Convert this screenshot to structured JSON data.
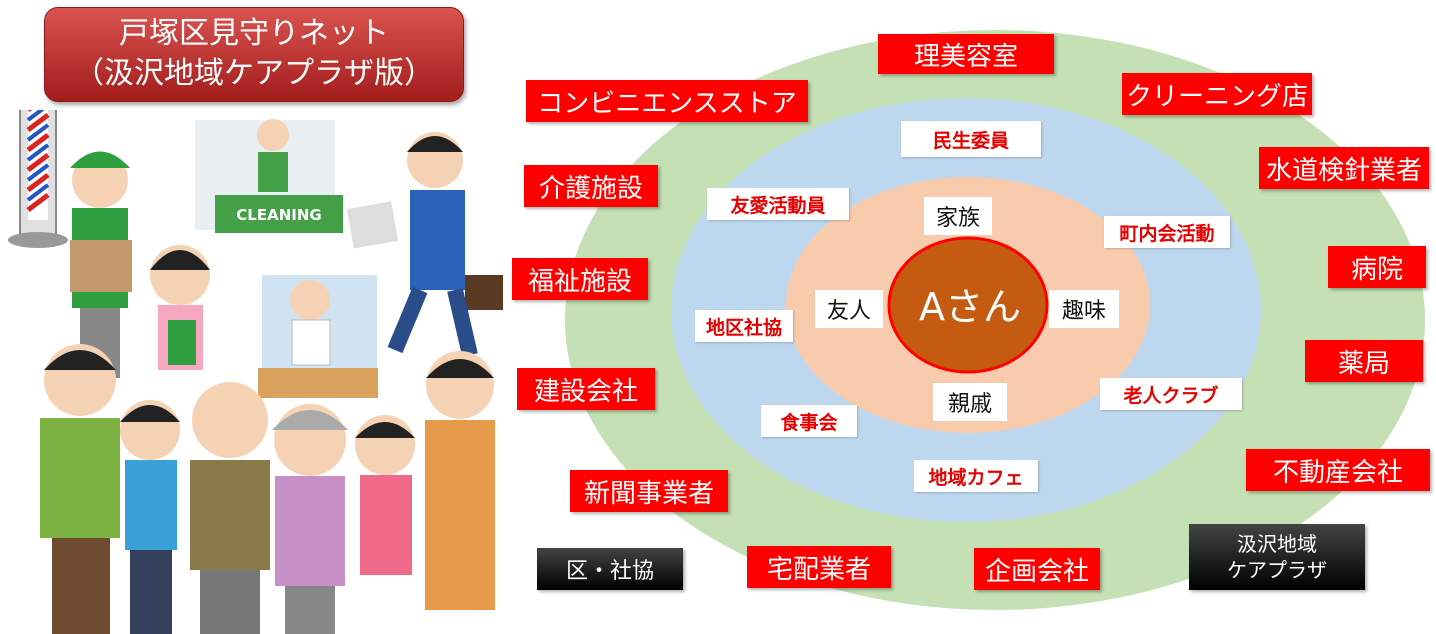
{
  "title": {
    "line1": "戸塚区見守りネット",
    "line2": "（汲沢地域ケアプラザ版）"
  },
  "center": "Aさん",
  "inner_ring": {
    "top": "家族",
    "left": "友人",
    "right": "趣味",
    "bottom": "親戚"
  },
  "middle_ring": {
    "top": "民生委員",
    "upper_left": "友愛活動員",
    "upper_right": "町内会活動",
    "left": "地区社協",
    "lower_right": "老人クラブ",
    "lower_left": "食事会",
    "bottom": "地域カフェ"
  },
  "outer_ring": {
    "barber": "理美容室",
    "convenience": "コンビニエンスストア",
    "cleaning": "クリーニング店",
    "care_facility": "介護施設",
    "water_meter": "水道検針業者",
    "welfare": "福祉施設",
    "hospital": "病院",
    "construction": "建設会社",
    "pharmacy": "薬局",
    "real_estate": "不動産会社",
    "newspaper": "新聞事業者",
    "delivery": "宅配業者",
    "planning": "企画会社"
  },
  "admin": {
    "ward": "区・社協",
    "plaza_line1": "汲沢地域",
    "plaza_line2": "ケアプラザ"
  },
  "illustration_text": {
    "cleaning_sign": "CLEANING"
  },
  "colors": {
    "outer": "#c5e0b4",
    "middle": "#bdd7ee",
    "inner": "#f8cbad",
    "center": "#c55a11",
    "center_border": "#ff0000",
    "label_red": "#ff0000"
  }
}
